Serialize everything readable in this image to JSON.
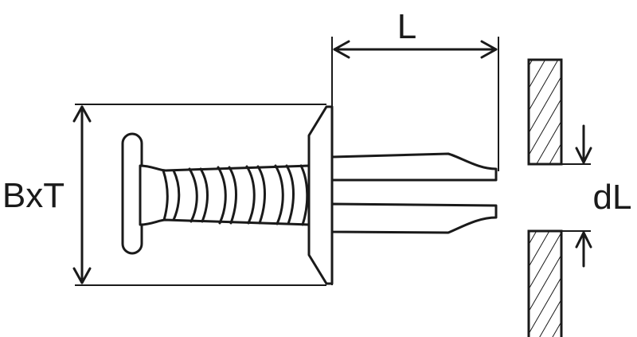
{
  "labels": {
    "length": "L",
    "head_size": "BxT",
    "hole_diameter": "dL"
  }
}
